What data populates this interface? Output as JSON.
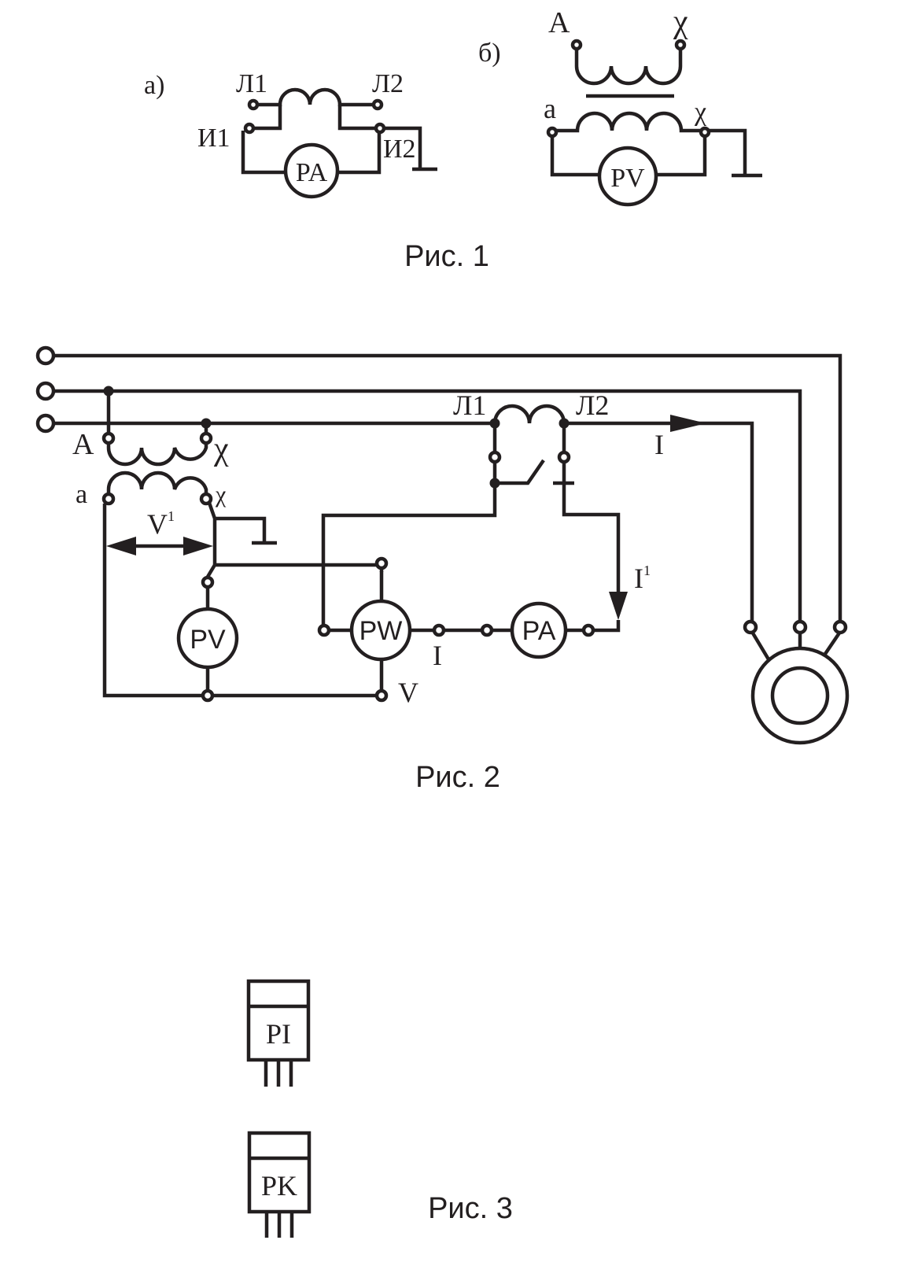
{
  "fig1": {
    "panel_a": "а)",
    "panel_b": "б)",
    "L1": "Л1",
    "L2": "Л2",
    "I1": "И1",
    "I2": "И2",
    "meter_a": "PA",
    "A": "A",
    "X": "χ",
    "a": "a",
    "x": "χ",
    "meter_b": "PV",
    "caption": "Рис. 1"
  },
  "fig2": {
    "A": "A",
    "X": "χ",
    "a": "a",
    "x": "χ",
    "V1": "V",
    "V1_sup": "1",
    "L1": "Л1",
    "L2": "Л2",
    "I": "I",
    "I1": "I",
    "I1_sup": "1",
    "PV": "PV",
    "PW": "PW",
    "PA": "PA",
    "pw_I": "I",
    "pw_V": "V",
    "caption": "Рис. 2"
  },
  "fig3": {
    "device1": "PI",
    "device2": "PK",
    "caption": "Рис. 3"
  }
}
